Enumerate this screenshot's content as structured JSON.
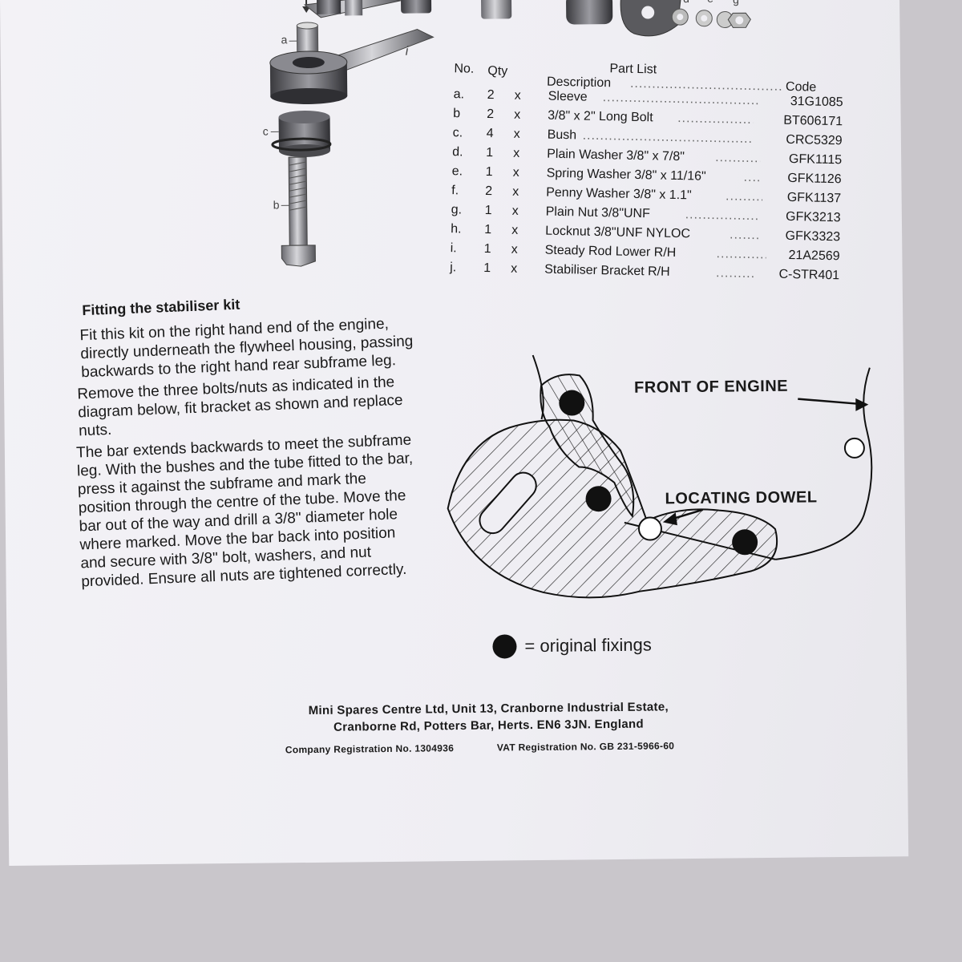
{
  "exploded_view": {
    "labels": {
      "a": "a",
      "b": "b",
      "c": "c",
      "d": "d",
      "e": "e",
      "g": "g",
      "i": "i"
    }
  },
  "part_list": {
    "title": "Part List",
    "headers": {
      "no": "No.",
      "qty": "Qty",
      "description": "Description",
      "code": "Code"
    },
    "rows": [
      {
        "no": "a.",
        "qty": "2",
        "x": "x",
        "description": "Sleeve",
        "code": "31G1085"
      },
      {
        "no": "b",
        "qty": "2",
        "x": "x",
        "description": "3/8\" x 2\" Long Bolt",
        "code": "BT606171"
      },
      {
        "no": "c.",
        "qty": "4",
        "x": "x",
        "description": "Bush",
        "code": "CRC5329"
      },
      {
        "no": "d.",
        "qty": "1",
        "x": "x",
        "description": "Plain Washer 3/8\" x 7/8\"",
        "code": "GFK1115"
      },
      {
        "no": "e.",
        "qty": "1",
        "x": "x",
        "description": "Spring Washer 3/8\" x 11/16\"",
        "code": "GFK1126"
      },
      {
        "no": "f.",
        "qty": "2",
        "x": "x",
        "description": "Penny Washer 3/8\" x 1.1\"",
        "code": "GFK1137"
      },
      {
        "no": "g.",
        "qty": "1",
        "x": "x",
        "description": "Plain Nut 3/8\"UNF",
        "code": "GFK3213"
      },
      {
        "no": "h.",
        "qty": "1",
        "x": "x",
        "description": "Locknut 3/8\"UNF NYLOC",
        "code": "GFK3323"
      },
      {
        "no": "i.",
        "qty": "1",
        "x": "x",
        "description": "Steady Rod Lower R/H",
        "code": "21A2569"
      },
      {
        "no": "j.",
        "qty": "1",
        "x": "x",
        "description": "Stabiliser Bracket R/H",
        "code": "C-STR401"
      }
    ]
  },
  "instructions": {
    "heading": "Fitting the stabiliser kit",
    "paragraphs": [
      "Fit this kit on the right hand end of the engine, directly underneath the flywheel housing, passing backwards to the right hand rear subframe leg.",
      "Remove the three bolts/nuts as indicated in the diagram below, fit bracket as shown and replace nuts.",
      "The bar extends backwards to meet the subframe leg. With the bushes and the tube fitted to the bar, press it against the subframe and mark the position through the centre of the tube. Move the bar out of the way and drill a 3/8\" diameter hole where marked. Move the bar back into position and secure with 3/8\" bolt, washers, and nut provided. Ensure all nuts are tightened correctly."
    ]
  },
  "diagram": {
    "front_label": "FRONT OF ENGINE",
    "dowel_label": "LOCATING DOWEL",
    "legend": "= original fixings"
  },
  "footer": {
    "line1": "Mini Spares Centre Ltd, Unit 13, Cranborne Industrial Estate,",
    "line2": "Cranborne Rd, Potters Bar, Herts. EN6 3JN. England",
    "company_reg": "Company Registration No. 1304936",
    "vat_reg": "VAT Registration No. GB 231-5966-60"
  }
}
